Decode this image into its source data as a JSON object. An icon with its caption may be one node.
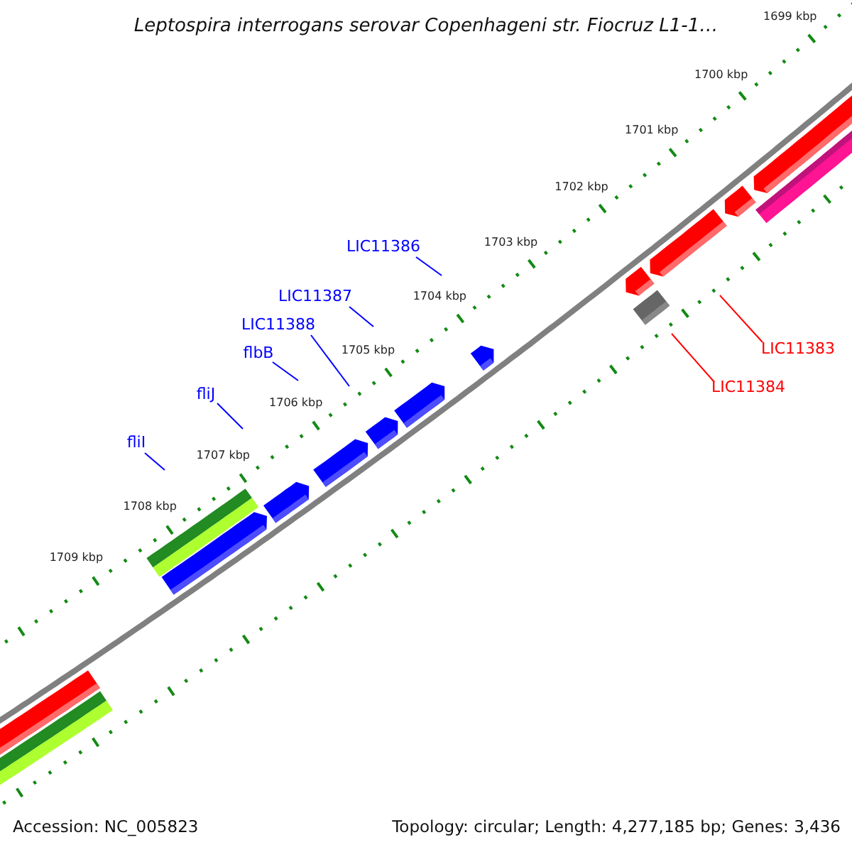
{
  "diagram": {
    "title": "Leptospira interrogans serovar Copenhageni str. Fiocruz L1-1…",
    "nodes": [
      {
        "text": [
          "fliI"
        ]
      },
      {
        "text": [
          "fliJ"
        ]
      },
      {
        "text": [
          "flbB"
        ]
      },
      {
        "text": [
          "LIC11388"
        ]
      },
      {
        "text": [
          "LIC11387"
        ]
      },
      {
        "text": [
          "LIC11386"
        ]
      },
      {
        "text": [
          "LIC11383"
        ]
      },
      {
        "text": [
          "LIC11384"
        ]
      }
    ],
    "edges": [
      {
        "from": 0,
        "to": null,
        "arrow": "none"
      },
      {
        "from": 1,
        "to": null,
        "arrow": "none"
      },
      {
        "from": 2,
        "to": null,
        "arrow": "none"
      },
      {
        "from": 3,
        "to": null,
        "arrow": "none"
      },
      {
        "from": 4,
        "to": null,
        "arrow": "none"
      },
      {
        "from": 5,
        "to": null,
        "arrow": "none"
      },
      {
        "from": 6,
        "to": null,
        "arrow": "none",
        "color": "#ff0000"
      },
      {
        "from": 7,
        "to": null,
        "arrow": "none",
        "color": "#ff0000"
      }
    ],
    "labels": [
      "1699 kbp",
      "1700 kbp",
      "1701 kbp",
      "1702 kbp",
      "1703 kbp",
      "1704 kbp",
      "1705 kbp",
      "1706 kbp",
      "1707 kbp",
      "1708 kbp",
      "1709 kbp",
      "Accession: NC_005823",
      "Topology: circular; Length: 4,277,185 bp; Genes: 3,436"
    ]
  }
}
